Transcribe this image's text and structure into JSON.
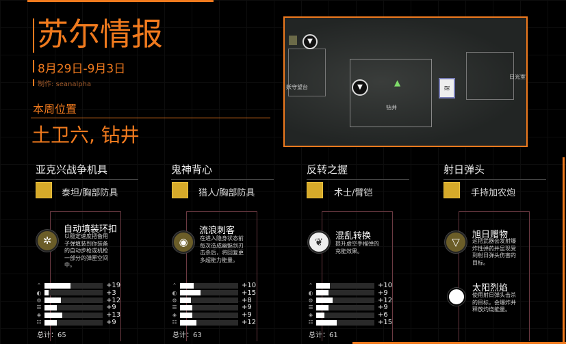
{
  "header": {
    "title": "苏尔情报",
    "dates": "8月29日-9月3日",
    "author": "制作: seanalpha",
    "location_label": "本周位置",
    "location": "土卫六, 钻井"
  },
  "map": {
    "labels": [
      "妖守望台",
      "钻井",
      "日光室"
    ]
  },
  "colors": {
    "accent": "#f07a1e",
    "item_bg": "#d6aa2a",
    "perk_border": "#6b3a42"
  },
  "items": [
    {
      "name": "亚克兴战争机具",
      "type": "泰坦/胸部防具",
      "perk_name": "自动填装环扣",
      "perk_desc": "以稳定速度把备用子弹填装到你装备的自动步枪或机枪一部分的弹匣空间中。",
      "perk_icon": "auto-loading-icon",
      "stats": [
        19,
        3,
        12,
        9,
        13,
        9
      ],
      "stat_labels": [
        "+19",
        "+3",
        "+12",
        "+9",
        "+13",
        "+9"
      ],
      "total": "总计：65"
    },
    {
      "name": "鬼神背心",
      "type": "猎人/胸部防具",
      "perk_name": "流浪刺客",
      "perk_desc": "在进入隐身状态前每次造成幽魅剑刃击杀后，将回复更多超能力能量。",
      "perk_icon": "wanderer-icon",
      "stats": [
        10,
        15,
        8,
        9,
        9,
        12
      ],
      "stat_labels": [
        "+10",
        "+15",
        "+8",
        "+9",
        "+9",
        "+12"
      ],
      "total": "总计：63"
    },
    {
      "name": "反转之握",
      "type": "术士/臂铠",
      "perk_name": "混乱转换",
      "perk_desc": "提升虚空手榴弹的充能效果。",
      "perk_icon": "chaos-icon",
      "stats": [
        10,
        9,
        12,
        9,
        6,
        15
      ],
      "stat_labels": [
        "+10",
        "+9",
        "+12",
        "+9",
        "+6",
        "+15"
      ],
      "total": "总计：61"
    },
    {
      "name": "射日弹头",
      "type": "手持加农炮",
      "perk_name": "旭日赠物",
      "perk_desc": "这把武器会发射爆炸性弹药并显现受到射日弹头伤害的目标。",
      "perk_icon": "sun-gift-icon",
      "perk2_name": "太阳烈焰",
      "perk2_desc": "使用射日弹头击杀的目标，会爆炸并释放灼烧能量。",
      "perk2_icon": "solar-flare-icon"
    }
  ]
}
